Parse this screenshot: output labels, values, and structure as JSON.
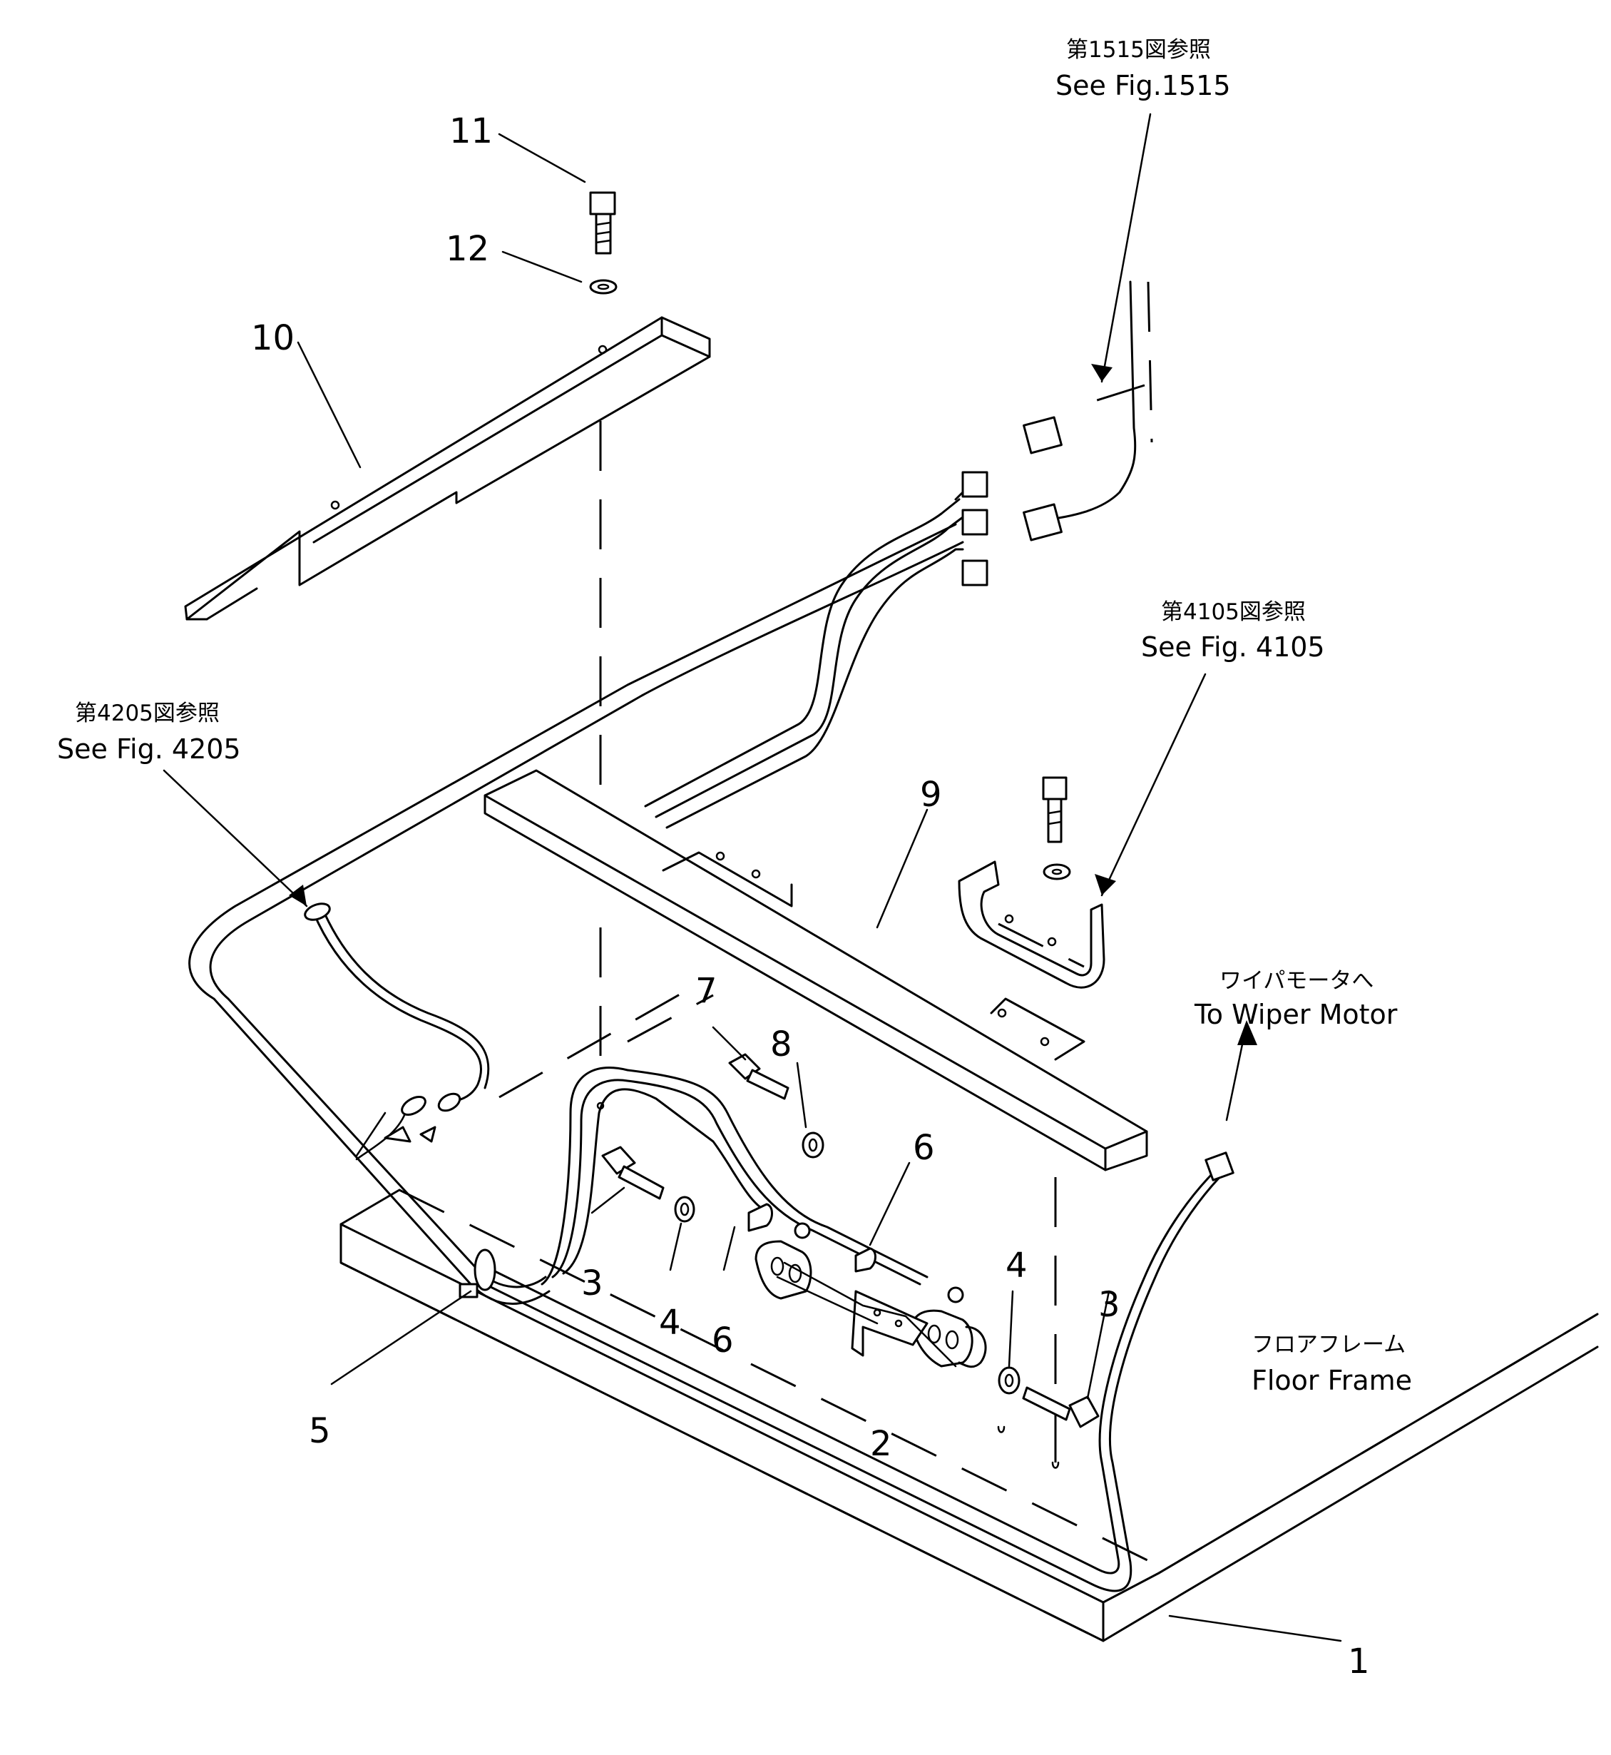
{
  "part_numbers": {
    "p1": "1",
    "p2": "2",
    "p3a": "3",
    "p3b": "3",
    "p4a": "4",
    "p4b": "4",
    "p5": "5",
    "p6a": "6",
    "p6b": "6",
    "p7": "7",
    "p8": "8",
    "p9": "9",
    "p10": "10",
    "p11": "11",
    "p12": "12"
  },
  "references": {
    "fig1515": {
      "jp": "第1515図参照",
      "en": "See Fig.1515"
    },
    "fig4105": {
      "jp": "第4105図参照",
      "en": "See Fig. 4105"
    },
    "fig4205": {
      "jp": "第4205図参照",
      "en": "See Fig. 4205"
    },
    "wiper": {
      "jp": "ワイパモータへ",
      "en": "To Wiper Motor"
    },
    "floor": {
      "jp": "フロアフレーム",
      "en": "Floor Frame"
    }
  }
}
